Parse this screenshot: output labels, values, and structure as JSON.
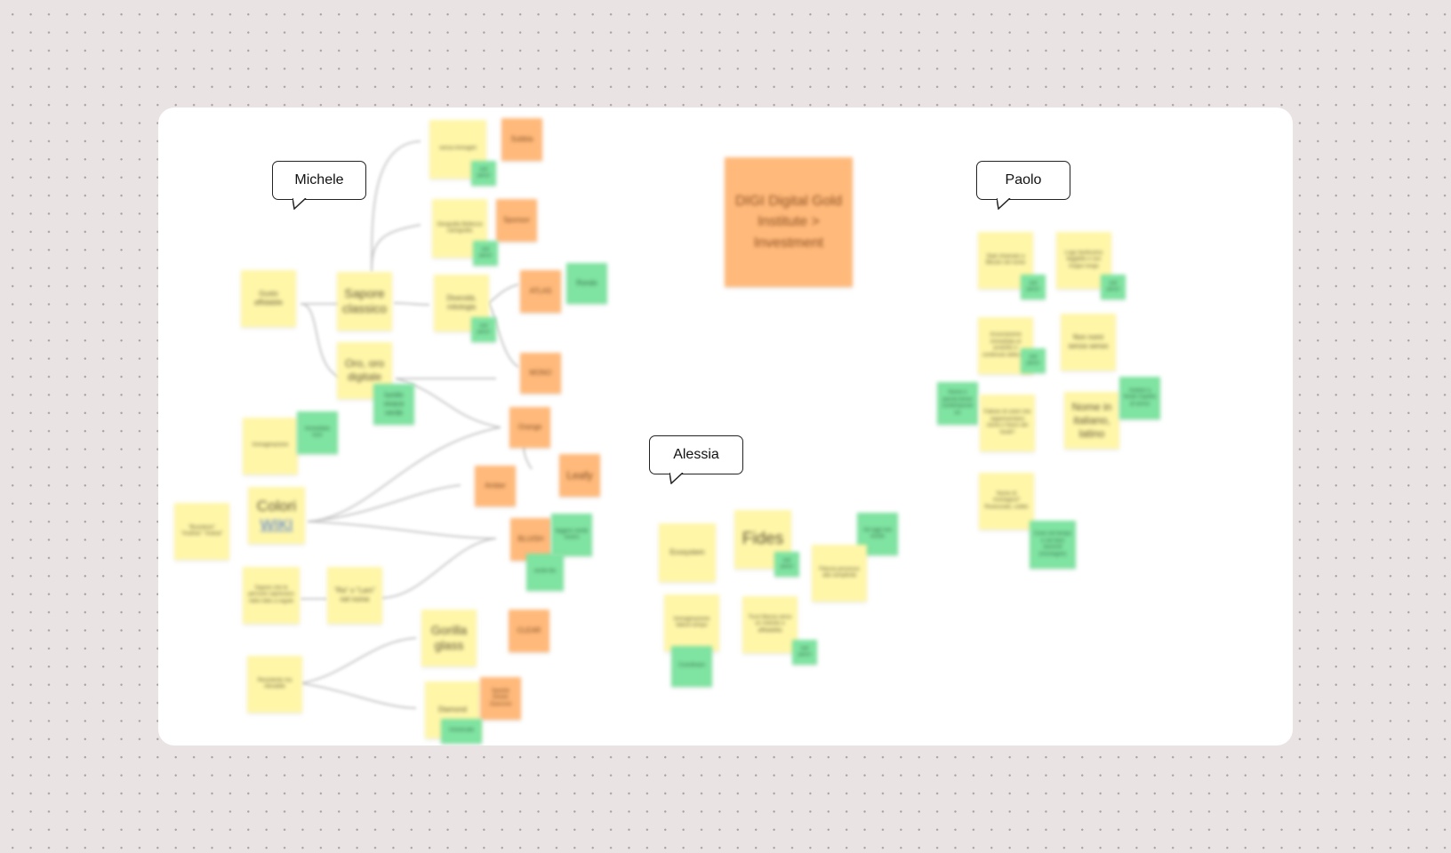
{
  "speech_bubbles": {
    "michele": "Michele",
    "paolo": "Paolo",
    "alessia": "Alessia"
  },
  "michele_notes": {
    "gusto_affidabile": "Gusto affidabile",
    "sapore_classico": "Sapore classico",
    "oro_oro_digitale": "Oro, oro digitale",
    "lucido_vivace": "lucido vivace verde",
    "top_left_yellow": "senza immagini",
    "subbia": "Subbia",
    "top_green": "vari pezzi",
    "geografia": "Geografia Bellezza cartografia",
    "sponsor": "Sponsor",
    "mid_green": "vari pezzi",
    "diversita": "Diversità, mitologia",
    "row_green": "vari pezzi",
    "atlas": "ATLAS",
    "rondo": "Rondo",
    "mono": "MONO",
    "orange_mid": "Orange",
    "left_mid_yellow": "Immaginazione",
    "left_mid_green": "Immediato luce",
    "leafy": "Leafy",
    "amber": "Amber",
    "colori": "Colori",
    "wiki": "WIKI",
    "left_outer": "\"Buonitore\" \"Andrea\" \"Andrai\"",
    "bluish": "BLUISH",
    "bluish_green": "leggero verde neutro",
    "bluish_green2": "verde blu",
    "bottom_left_yellow": "Sapore che le persone saprevano ridire fatto a regole",
    "rhs": "\"Ra\" o \"Lam\" nel nome",
    "gorilla": "Gorilla glass",
    "clear": "CLEAR",
    "resistente": "Resistente ma rilevabile",
    "diamond": "Diamond",
    "bottom_orange": "Sparkle Details Diamond",
    "bottom_green": "Universale"
  },
  "center_note": "DIGI Digital Gold Institute > Investment",
  "alessia_notes": {
    "ecosystem": "Ecosystem",
    "fides": "Fides",
    "fides_green": "vari pezzi",
    "teal_green": "Ad oggi non esiste",
    "fiducia": "Fiducia processo alla semplicità",
    "bottom_yellow": "Immaginazione fattore tempo",
    "bottom_green": "Coordinare",
    "fiducia2": "Trust fiducia verso un metodo e affidabilità",
    "fiducia2_green": "vari pezzi"
  },
  "paolo_notes": {
    "n1": "Stati chiamato a Bitcoin nel nome",
    "n1_green": "vari pezzi",
    "n2": "Logo facilissimo leggibile e non troppo lungo",
    "n2_green": "vari pezzi",
    "n3": "Associazione immediata al prodotto e contenuto della sua",
    "n3_green": "vari pezzi",
    "n4": "Non nomi senza senso",
    "left_green": "Nome e parola breve contemporaneo",
    "n5": "Fattore di colori che rappresentano storia e futuro dei fondi?",
    "n6": "Nome in italiano, latino",
    "n6_green": "Andare a fondo rispetto al senso",
    "n7": "Nome di montagna? Rovesciato, solido",
    "n7_green": "Cose nel tempo e nei beni durevoli (montagne)"
  }
}
